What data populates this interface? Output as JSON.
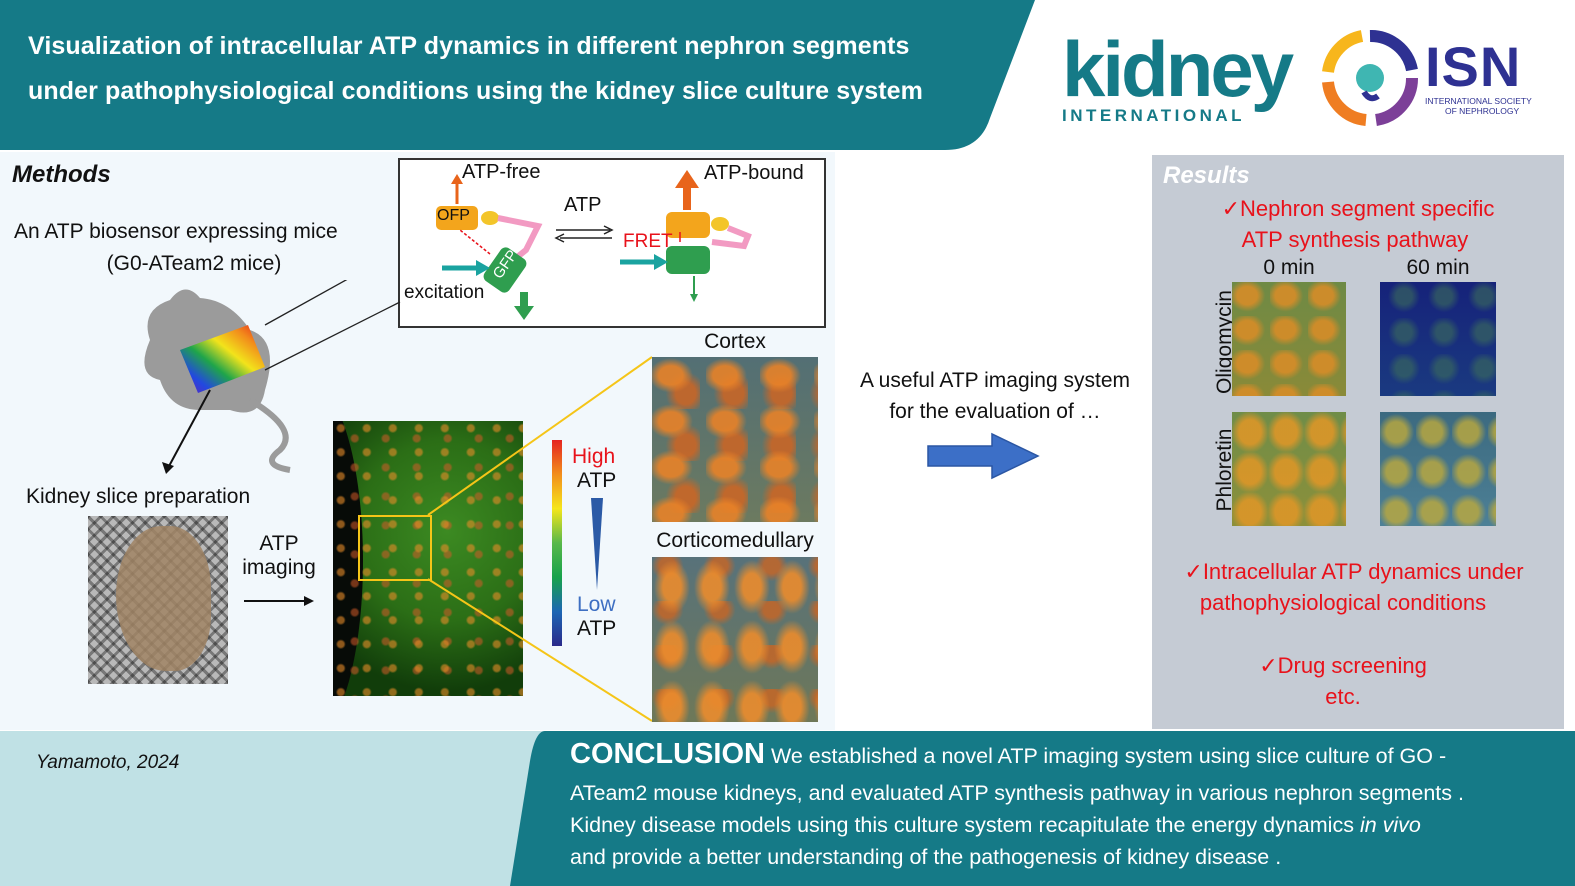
{
  "header": {
    "title_line1": "Visualization of intracellular ATP dynamics in different nephron segments",
    "title_line2": "under pathophysiological conditions using the kidney slice culture system"
  },
  "logos": {
    "journal_main": "kidney",
    "journal_sub": "INTERNATIONAL",
    "society_abbr": "ISN",
    "society_line1": "INTERNATIONAL SOCIETY",
    "society_line2": "OF NEPHROLOGY"
  },
  "methods": {
    "heading": "Methods",
    "mouse_line1": "An ATP biosensor expressing mice",
    "mouse_line2": "(G0-ATeam2 mice)",
    "slice_label": "Kidney slice preparation",
    "imaging_line1": "ATP",
    "imaging_line2": "imaging",
    "sensor": {
      "free_label": "ATP-free",
      "bound_label": "ATP-bound",
      "atp_label": "ATP",
      "ofp": "OFP",
      "gfp": "GFP",
      "excitation": "excitation",
      "fret": "FRET"
    },
    "scale": {
      "high_word": "High",
      "high_atp": "ATP",
      "low_word": "Low",
      "low_atp": "ATP"
    },
    "cortex_label": "Cortex",
    "corticomedullary_label": "Corticomedullary"
  },
  "middle": {
    "line1": "A useful ATP imaging system",
    "line2": "for the evaluation of …"
  },
  "results": {
    "heading": "Results",
    "check": "✓",
    "item1_line1": "Nephron segment specific",
    "item1_line2": "ATP synthesis pathway",
    "col_0": "0 min",
    "col_60": "60 min",
    "row_oligo": "Oligomycin",
    "row_phlor": "Phloretin",
    "item2_line1": "Intracellular ATP dynamics under",
    "item2_line2": "pathophysiological conditions",
    "item3_line1": "Drug screening",
    "item3_line2": "etc."
  },
  "footer": {
    "citation": "Yamamoto, 2024",
    "conclusion_heading": "CONCLUSION",
    "line1": "We established a novel ATP imaging system using slice culture of GO -",
    "line2": "ATeam2 mouse kidneys, and evaluated ATP synthesis pathway in various nephron segments .",
    "line3_pre": "Kidney disease models using this culture system recapitulate the energy dynamics ",
    "line3_em": "in vivo",
    "line4": "and provide a better understanding of the pathogenesis of kidney disease ."
  },
  "colors": {
    "teal": "#157a87",
    "red_text": "#e8121b",
    "results_bg": "#c5cbd4",
    "footer_light": "#c0e1e5",
    "arrow_blue": "#3c6fc7"
  }
}
